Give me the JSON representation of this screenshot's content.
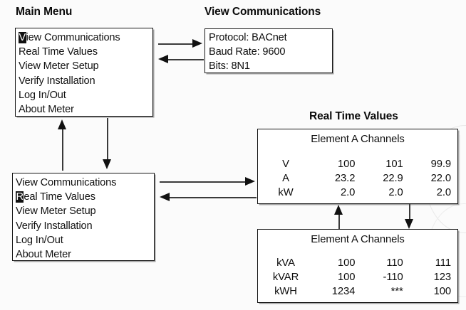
{
  "diagram": {
    "main_menu": {
      "title": "Main Menu",
      "items": [
        {
          "selected_char": "V",
          "rest": "iew Communications"
        },
        {
          "selected_char": "",
          "rest": "Real Time Values"
        },
        {
          "selected_char": "",
          "rest": "View Meter Setup"
        },
        {
          "selected_char": "",
          "rest": "Verify Installation"
        },
        {
          "selected_char": "",
          "rest": "Log In/Out"
        },
        {
          "selected_char": "",
          "rest": "About Meter"
        }
      ]
    },
    "second_menu": {
      "items": [
        {
          "selected_char": "",
          "rest": "View Communications"
        },
        {
          "selected_char": "R",
          "rest": "eal Time Values"
        },
        {
          "selected_char": "",
          "rest": "View Meter Setup"
        },
        {
          "selected_char": "",
          "rest": "Verify Installation"
        },
        {
          "selected_char": "",
          "rest": "Log In/Out"
        },
        {
          "selected_char": "",
          "rest": "About Meter"
        }
      ]
    },
    "view_communications": {
      "title": "View Communications",
      "lines": [
        "Protocol: BACnet",
        "Baud Rate: 9600",
        "Bits: 8N1"
      ]
    },
    "real_time_values": {
      "title": "Real Time Values",
      "table_top": {
        "header": "Element A Channels",
        "rows": [
          {
            "label": "V",
            "c1": "100",
            "c2": "101",
            "c3": "99.9"
          },
          {
            "label": "A",
            "c1": "23.2",
            "c2": "22.9",
            "c3": "22.0"
          },
          {
            "label": "kW",
            "c1": "2.0",
            "c2": "2.0",
            "c3": "2.0"
          }
        ]
      },
      "table_bottom": {
        "header": "Element A Channels",
        "rows": [
          {
            "label": "kVA",
            "c1": "100",
            "c2": "110",
            "c3": "111"
          },
          {
            "label": "kVAR",
            "c1": "100",
            "c2": "-110",
            "c3": "123"
          },
          {
            "label": "kWH",
            "c1": "1234",
            "c2": "***",
            "c3": "100"
          }
        ]
      }
    },
    "colors": {
      "ink": "#111111",
      "arrow": "#3a3a3a",
      "paper": "#ffffff",
      "background": "#fbfbfb",
      "selection_bg": "#111111",
      "selection_fg": "#ffffff"
    }
  }
}
